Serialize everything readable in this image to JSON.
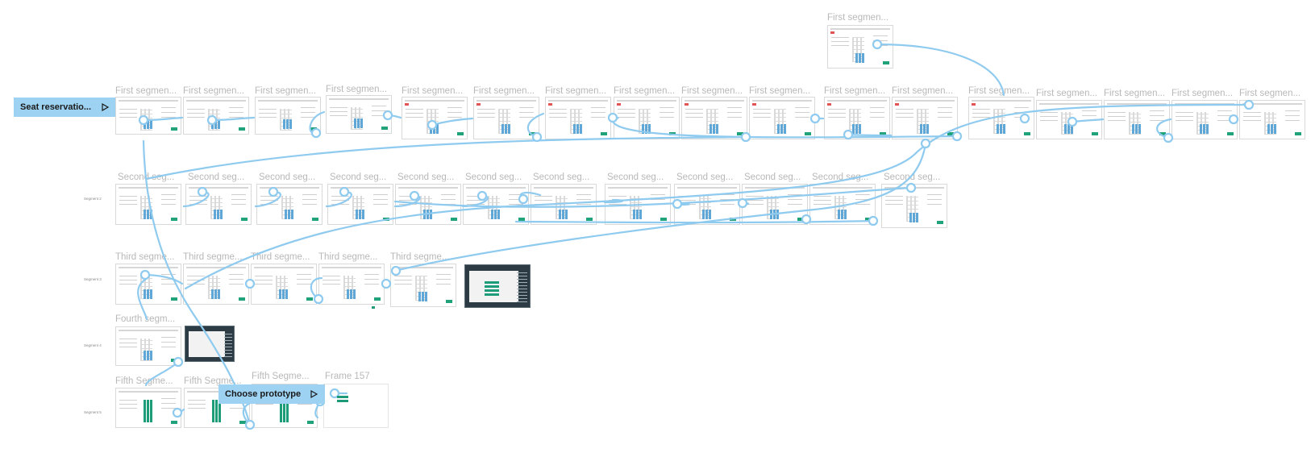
{
  "canvas": {
    "background": "#ffffff",
    "accent_color": "#8fcaef",
    "flow_start_color": "#9ed2f3"
  },
  "flow_starts": [
    {
      "label": "Seat reservatio...",
      "icon": "play-icon"
    },
    {
      "label": "Choose prototype",
      "icon": "play-icon"
    }
  ],
  "row_labels": [
    "Segment 2",
    "Segment 3",
    "Segment 4",
    "Segment 5"
  ],
  "frames": {
    "top": [
      {
        "title": "First segmen..."
      }
    ],
    "first_segment": [
      {
        "title": "First segmen..."
      },
      {
        "title": "First segmen..."
      },
      {
        "title": "First segmen..."
      },
      {
        "title": "First segmen..."
      },
      {
        "title": "First segmen..."
      },
      {
        "title": "First segmen..."
      },
      {
        "title": "First segmen..."
      },
      {
        "title": "First segmen..."
      },
      {
        "title": "First segmen..."
      },
      {
        "title": "First segmen..."
      },
      {
        "title": "First segmen..."
      },
      {
        "title": "First segmen..."
      },
      {
        "title": "First segmen..."
      },
      {
        "title": "First segmen..."
      },
      {
        "title": "First segmen..."
      },
      {
        "title": "First segmen..."
      },
      {
        "title": "First segmen..."
      }
    ],
    "second_segment": [
      {
        "title": "Second seg..."
      },
      {
        "title": "Second seg..."
      },
      {
        "title": "Second seg..."
      },
      {
        "title": "Second seg..."
      },
      {
        "title": "Second seg..."
      },
      {
        "title": "Second seg..."
      },
      {
        "title": "Second seg..."
      },
      {
        "title": "Second seg..."
      },
      {
        "title": "Second seg..."
      },
      {
        "title": "Second seg..."
      },
      {
        "title": "Second seg..."
      },
      {
        "title": "Second seg..."
      }
    ],
    "third_segment": [
      {
        "title": "Third segme..."
      },
      {
        "title": "Third segme..."
      },
      {
        "title": "Third segme..."
      },
      {
        "title": "Third segme..."
      },
      {
        "title": "Third segme..."
      }
    ],
    "fourth_segment": [
      {
        "title": "Fourth segm..."
      }
    ],
    "fifth_segment": [
      {
        "title": "Fifth Segme..."
      },
      {
        "title": "Fifth Segme..."
      },
      {
        "title": "Fifth Segme..."
      }
    ],
    "extra": [
      {
        "title": "Frame 157"
      }
    ]
  }
}
